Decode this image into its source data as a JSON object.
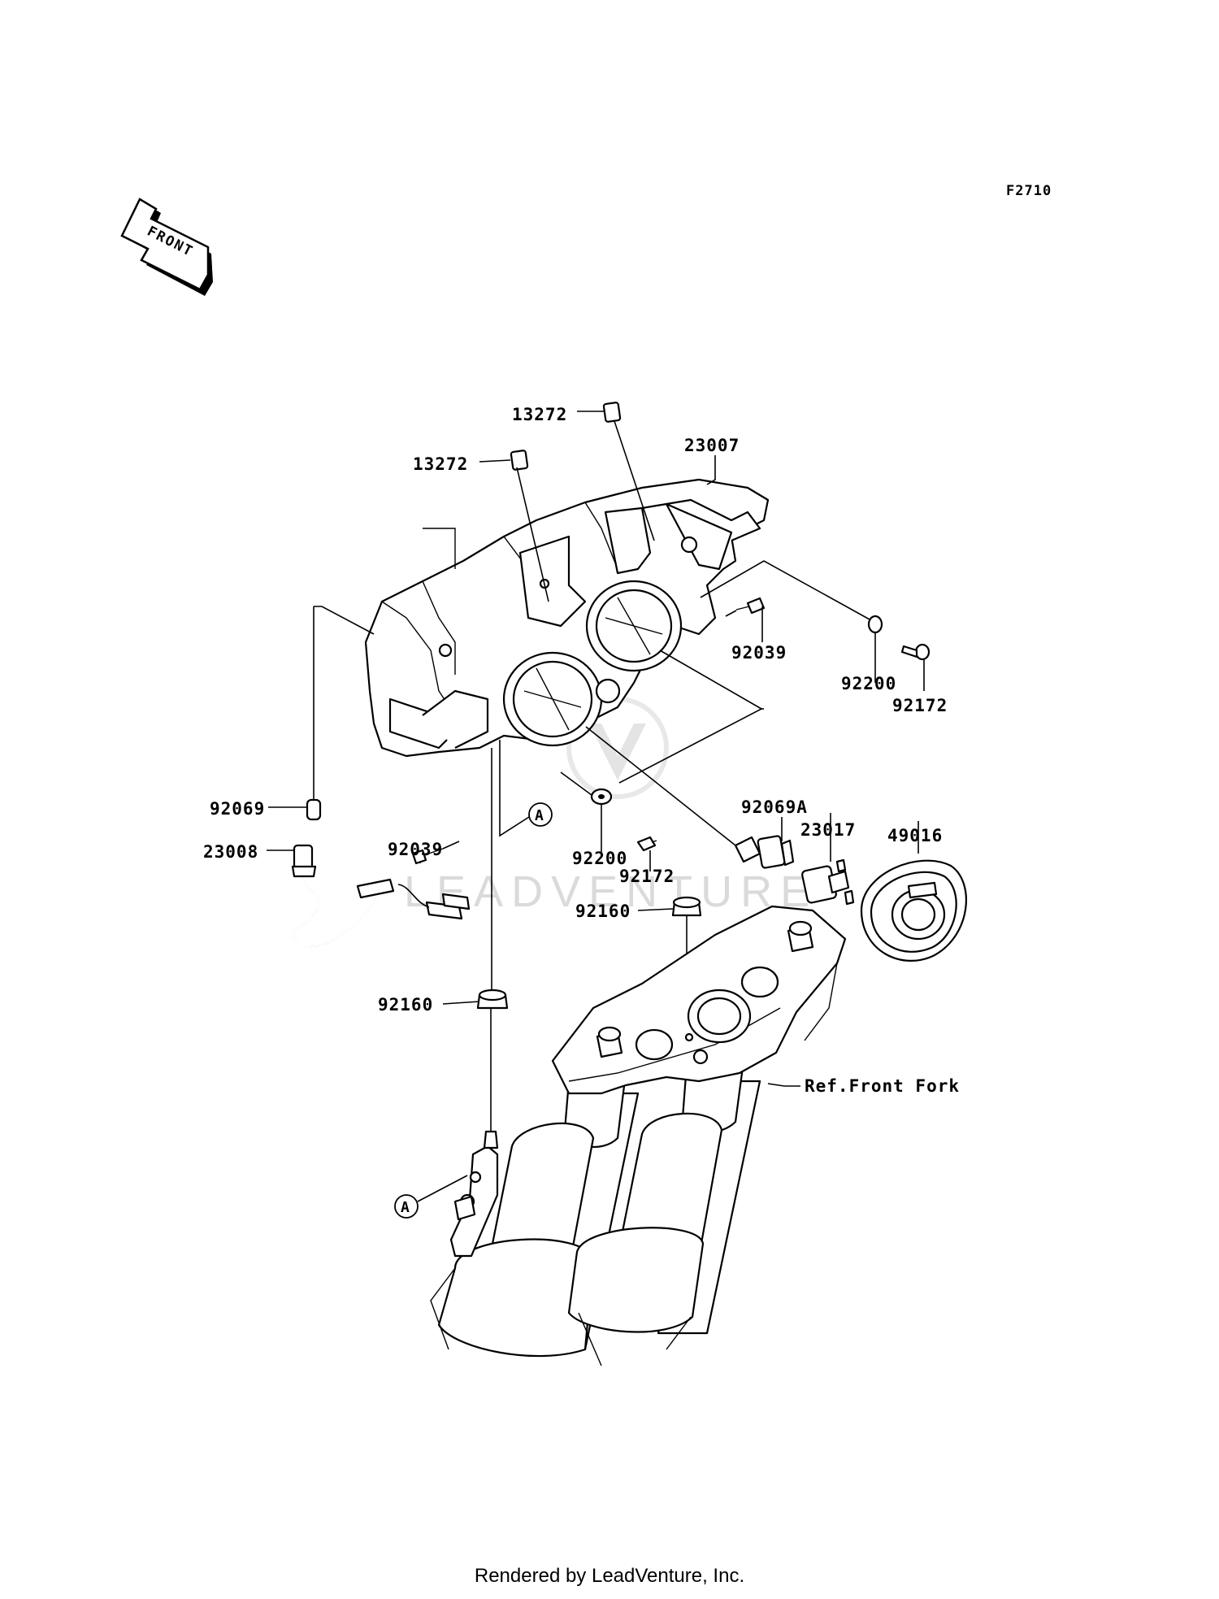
{
  "diagram_code": "F2710",
  "front_arrow_label": "FRONT",
  "callout_marker": "A",
  "watermark": "LEADVENTURE",
  "footer": "Rendered by LeadVenture, Inc.",
  "labels": {
    "p13272_a": "13272",
    "p13272_b": "13272",
    "p23007": "23007",
    "p92039_a": "92039",
    "p92200_a": "92200",
    "p92172_a": "92172",
    "p92069": "92069",
    "p23008": "23008",
    "p92039_b": "92039",
    "p92200_b": "92200",
    "p92172_b": "92172",
    "p92069A": "92069A",
    "p23017": "23017",
    "p49016": "49016",
    "p92160_a": "92160",
    "p92160_b": "92160",
    "ref_front_fork": "Ref.Front Fork"
  }
}
